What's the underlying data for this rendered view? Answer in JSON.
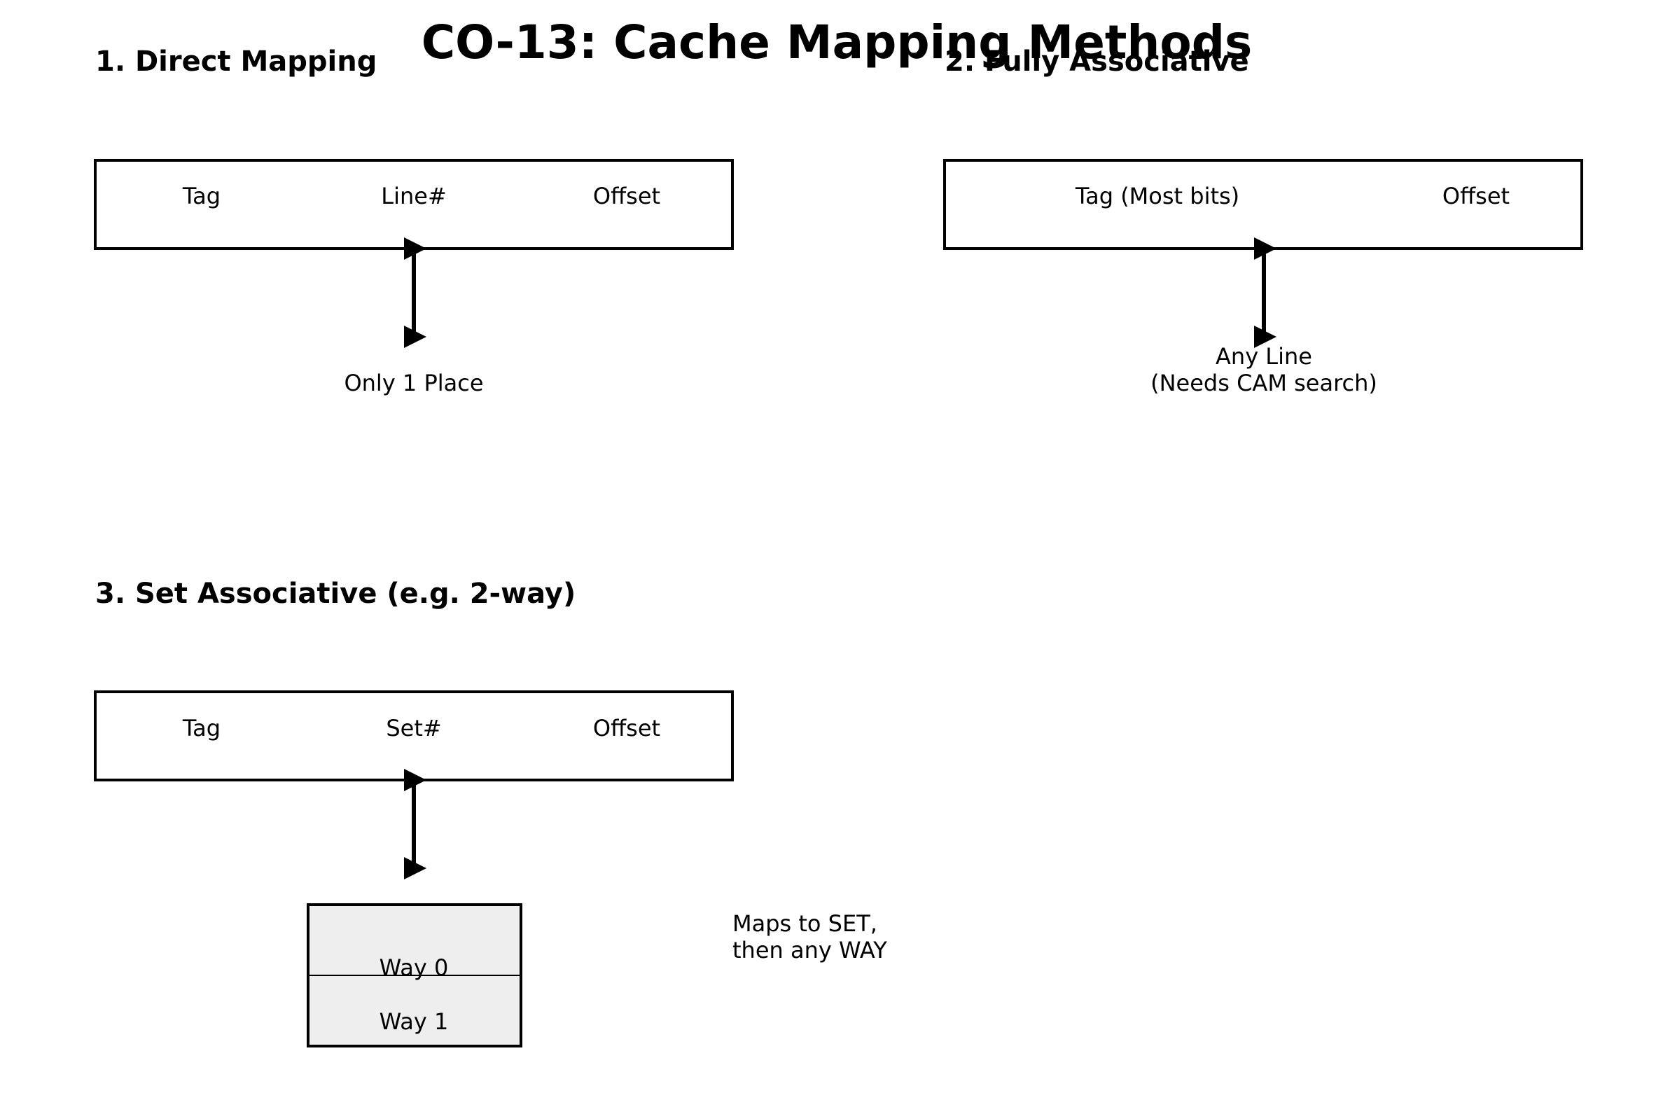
{
  "title": "CO-13: Cache Mapping Methods",
  "direct_mapping": {
    "heading": "1. Direct Mapping",
    "fields": [
      "Tag",
      "Line#",
      "Offset"
    ],
    "result": "Only 1 Place"
  },
  "fully_associative": {
    "heading": "2. Fully Associative",
    "fields": [
      "Tag (Most bits)",
      "Offset"
    ],
    "result_line1": "Any Line",
    "result_line2": "(Needs CAM search)"
  },
  "set_associative": {
    "heading": "3. Set Associative (e.g. 2-way)",
    "fields": [
      "Tag",
      "Set#",
      "Offset"
    ],
    "ways": [
      "Way 0",
      "Way 1"
    ],
    "note_line1": "Maps to SET,",
    "note_line2": "then any WAY"
  },
  "colors": {
    "stroke": "#000000",
    "way_fill": "#eeeeee",
    "background": "#ffffff"
  }
}
